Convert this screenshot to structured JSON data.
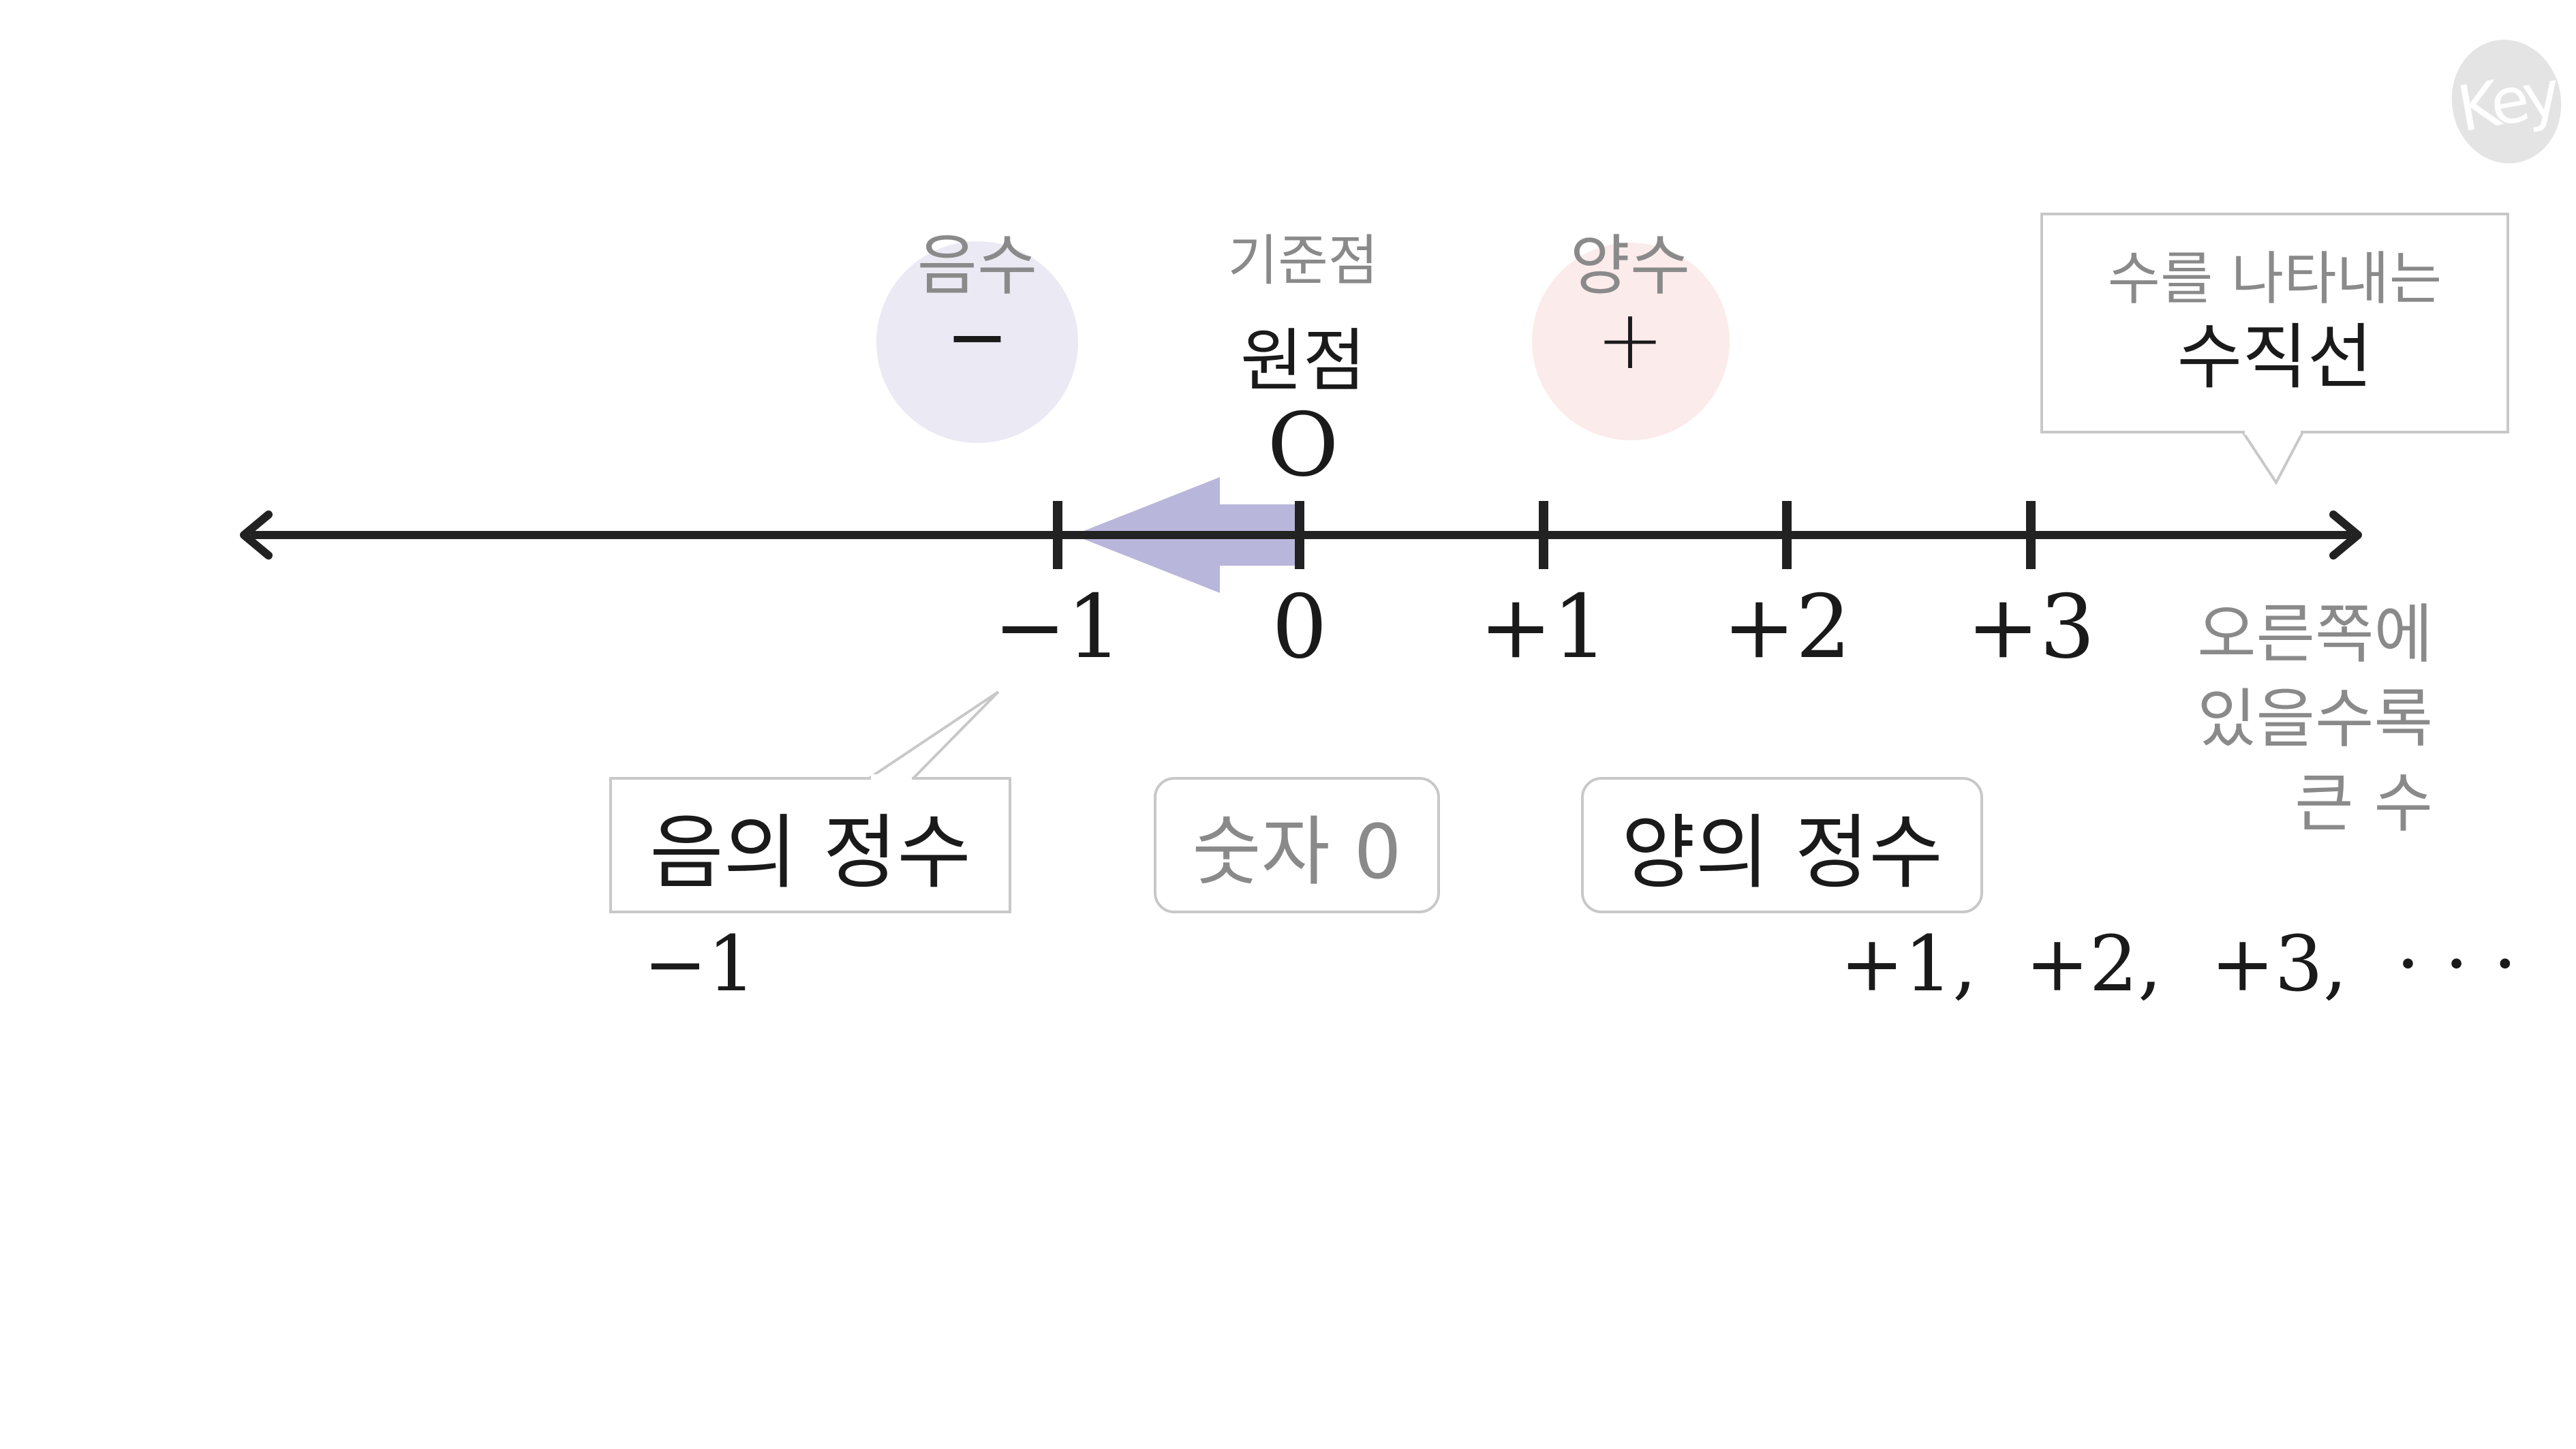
{
  "logo_text": "Key",
  "top_labels": {
    "negative_word": "음수",
    "negative_sign": "−",
    "origin_caption": "기준점",
    "origin_word": "원점",
    "origin_letter": "O",
    "positive_word": "양수",
    "positive_sign": "+"
  },
  "callout_top_right": {
    "line1": "수를 나타내는",
    "line2": "수직선"
  },
  "axis": {
    "ticks": [
      "−1",
      "0",
      "+1",
      "+2",
      "+3"
    ],
    "right_note": [
      "오른쪽에",
      "있을수록",
      "큰 수"
    ]
  },
  "boxes": {
    "negative_integer": "음의 정수",
    "zero": "숫자 0",
    "positive_integer": "양의 정수"
  },
  "examples": {
    "negative": "−1",
    "positive": "+1,  +2,  +3,  · · ·"
  },
  "colors": {
    "negative_circle": "#ebe9f4",
    "positive_circle": "#fcebeb",
    "arrow_fill": "#b9b6dc",
    "axis": "#222222"
  }
}
